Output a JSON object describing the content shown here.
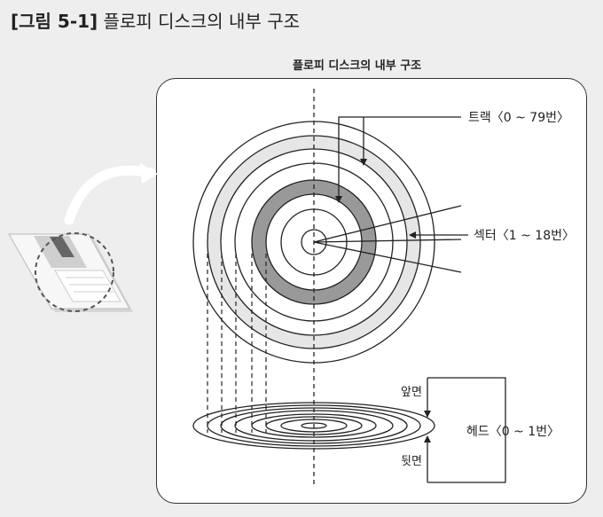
{
  "figure": {
    "tag": "[그림 5-1]",
    "title": "플로피 디스크의 내부 구조"
  },
  "diagram": {
    "title": "플로피 디스크의 내부 구조",
    "labels": {
      "track": "트랙〈0 ~ 79번〉",
      "sector": "섹터〈1 ~ 18번〉",
      "head": "헤드〈0 ~ 1번〉",
      "front": "앞면",
      "back": "뒷면"
    },
    "colors": {
      "light_ring": "#e6e6e6",
      "dark_ring": "#999999",
      "stroke": "#222222",
      "background": "#eeeeee"
    }
  }
}
